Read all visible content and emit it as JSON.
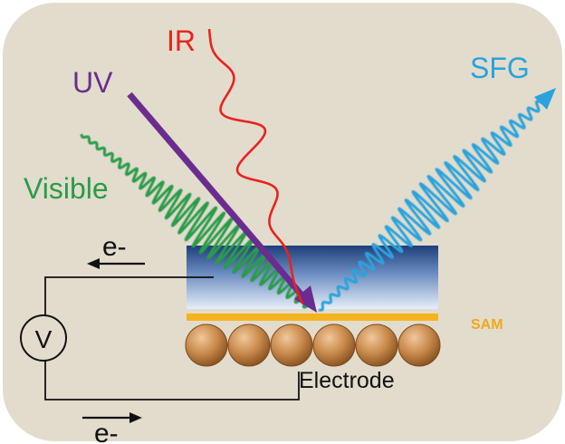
{
  "labels": {
    "ir": "IR",
    "uv": "UV",
    "sfg": "SFG",
    "visible": "Visible",
    "sam": "SAM",
    "electrode": "Electrode",
    "voltmeter": "V",
    "electron_top": "e-",
    "electron_bottom": "e-"
  },
  "colors": {
    "background": "#e2dccd",
    "ir": "#e8231c",
    "uv": "#6b2c8f",
    "sfg": "#2aa3dc",
    "visible": "#2a9b48",
    "sam": "#f4b41e",
    "electrode_sphere": "#c98a4c",
    "electrode_sphere_highlight": "#f0c89a",
    "electrolyte_top": "#1e3f7a",
    "electrolyte_bottom": "#e7eef8",
    "sam_label": "#f0a81a"
  },
  "electrode_sphere_count": 6
}
